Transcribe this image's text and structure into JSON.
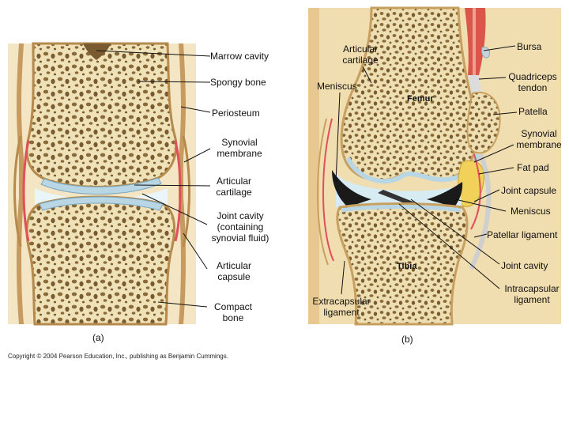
{
  "panel_a": {
    "caption": "(a)",
    "labels": {
      "marrow_cavity": "Marrow cavity",
      "spongy_bone": "Spongy bone",
      "periosteum": "Periosteum",
      "synovial_membrane_1": "Synovial",
      "synovial_membrane_2": "membrane",
      "articular_cartilage_1": "Articular",
      "articular_cartilage_2": "cartilage",
      "joint_cavity_1": "Joint cavity",
      "joint_cavity_2": "(containing",
      "joint_cavity_3": "synovial fluid)",
      "articular_capsule_1": "Articular",
      "articular_capsule_2": "capsule",
      "compact_bone_1": "Compact",
      "compact_bone_2": "bone"
    }
  },
  "panel_b": {
    "caption": "(b)",
    "labels": {
      "articular_cartilage_1": "Articular",
      "articular_cartilage_2": "cartilage",
      "meniscus_left": "Meniscus",
      "femur": "Femur",
      "tibia": "Tibia",
      "extracapsular_1": "Extracapsular",
      "extracapsular_2": "ligament",
      "bursa": "Bursa",
      "quadriceps_1": "Quadriceps",
      "quadriceps_2": "tendon",
      "patella": "Patella",
      "synovial_1": "Synovial",
      "synovial_2": "membrane",
      "fat_pad": "Fat pad",
      "joint_capsule": "Joint capsule",
      "meniscus_right": "Meniscus",
      "patellar_ligament": "Patellar ligament",
      "joint_cavity": "Joint cavity",
      "intracapsular_1": "Intracapsular",
      "intracapsular_2": "ligament"
    }
  },
  "copyright": "Copyright © 2004 Pearson Education, Inc., publishing as Benjamin Cummings.",
  "colors": {
    "bone": "#f0e2b8",
    "bone_shadow": "#d9c48e",
    "cartilage": "#b9d6e4",
    "synovial": "#e0505a",
    "cavity": "#e8f4f8",
    "muscle": "#d8564a",
    "fat": "#f2d15a"
  }
}
